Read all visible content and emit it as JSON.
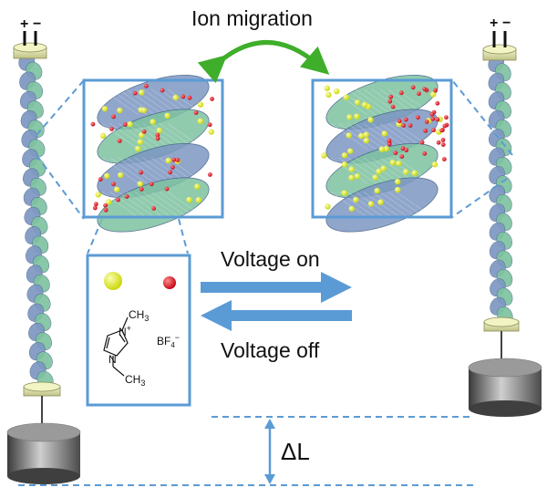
{
  "labels": {
    "ion_migration": "Ion migration",
    "voltage_on": "Voltage on",
    "voltage_off": "Voltage off",
    "delta_l": "ΔL"
  },
  "terminals": {
    "plus": "+",
    "minus": "−"
  },
  "chemistry": {
    "cation_methyl": "CH",
    "cation_methyl_sub": "3",
    "cation_ethyl": "CH",
    "cation_ethyl_sub": "3",
    "n_plus": "N",
    "n_plus_charge": "+",
    "n_lower": "N",
    "anion": "BF",
    "anion_sub": "4",
    "anion_charge": "−"
  },
  "colors": {
    "accent_blue": "#5b9bd5",
    "arrow_green": "#3fae2a",
    "cation_yellow": "#d9ec1a",
    "anion_red": "#e8141c",
    "strand_blue": "#7d97c2",
    "strand_green": "#7ec3a0",
    "cap_yellow": "#e9ebb0",
    "weight_gray": "#6b6b6b"
  }
}
